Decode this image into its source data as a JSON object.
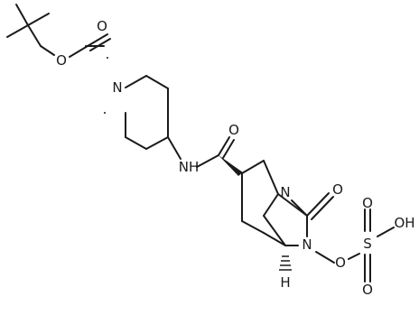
{
  "molecule": {
    "atom_labels": {
      "o_ester_carbonyl": "O",
      "o_ester": "O",
      "n_piperidine": "N",
      "nh_amide": "NH",
      "o_amide": "O",
      "n_bridge": "N",
      "o_urea": "O",
      "n_urea": "N",
      "o_n_oxy": "O",
      "s_sulfur": "S",
      "o_sulfonyl_top": "O",
      "o_sulfonyl_bottom": "O",
      "oh_group": "OH",
      "h_bridgehead": "H"
    },
    "colors": {
      "bond": "#1a1a1a",
      "text": "#1a1a1a",
      "background": "#ffffff"
    }
  }
}
